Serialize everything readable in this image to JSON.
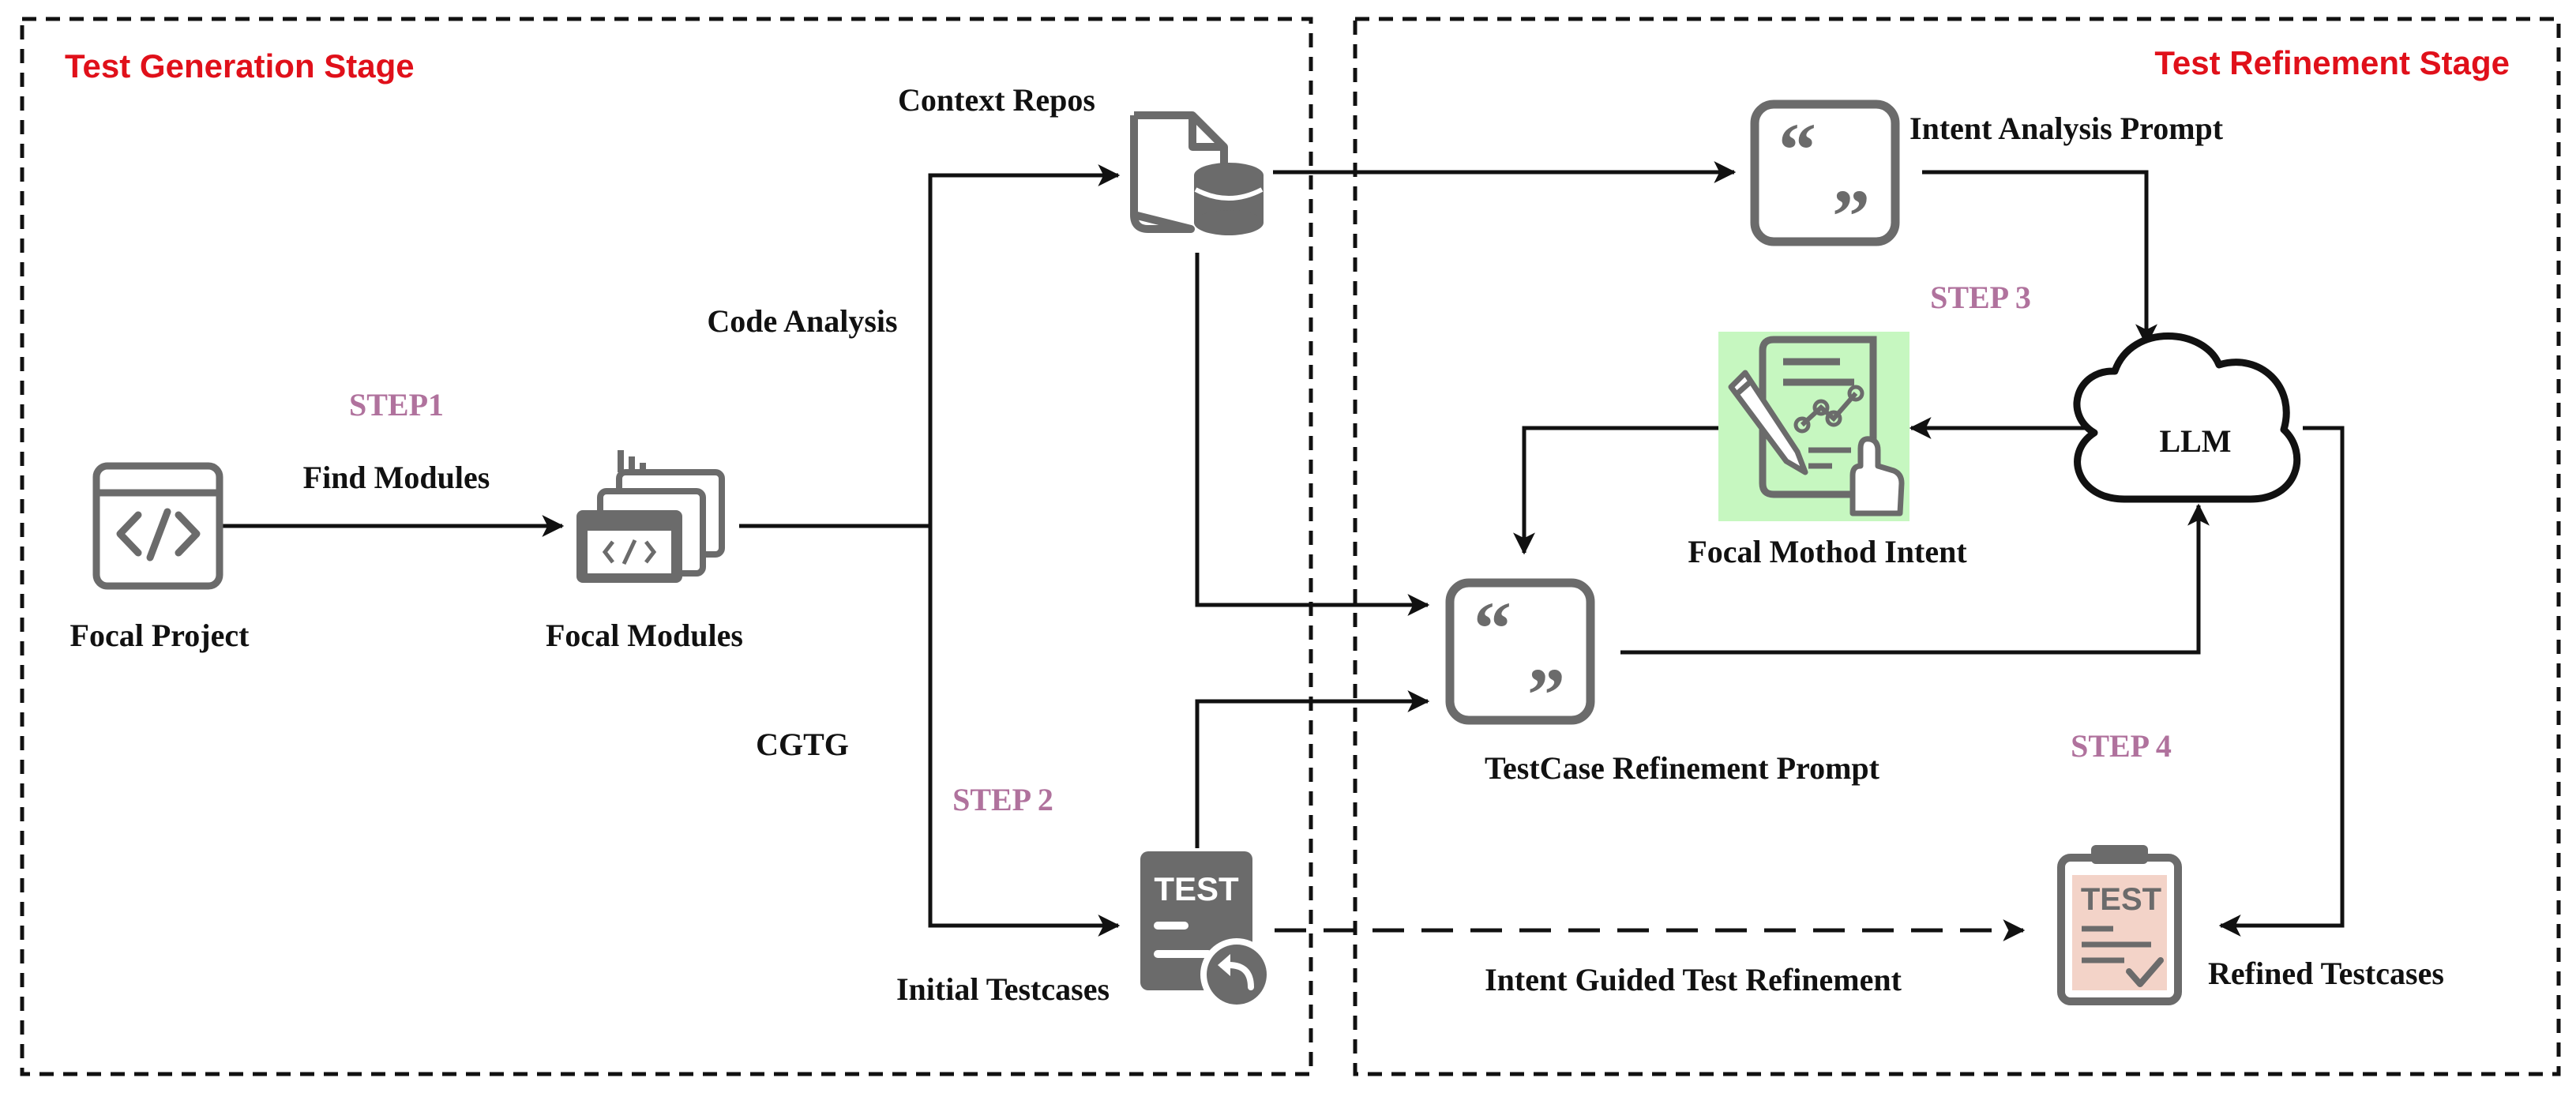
{
  "colors": {
    "stage_title": "#e0101a",
    "step": "#b0729d",
    "icon": "#6b6b6b",
    "arrow": "#111111",
    "intent_highlight": "#c6f7c0",
    "refined_highlight": "#f3d3c8"
  },
  "stages": {
    "generation": {
      "title": "Test Generation Stage"
    },
    "refinement": {
      "title": "Test Refinement Stage"
    }
  },
  "steps": {
    "step1": "STEP1",
    "step2": "STEP 2",
    "step3": "STEP 3",
    "step4": "STEP 4"
  },
  "nodes": {
    "focal_project": {
      "label": "Focal Project",
      "icon": "code-window-icon"
    },
    "focal_modules": {
      "label": "Focal Modules",
      "icon": "stacked-code-windows-icon"
    },
    "context_repos": {
      "label": "Context Repos",
      "icon": "file-database-icon"
    },
    "initial_testcases": {
      "label": "Initial Testcases",
      "icon": "test-document-icon",
      "badge": "TEST"
    },
    "intent_prompt": {
      "label": "Intent Analysis Prompt",
      "icon": "quote-icon"
    },
    "llm": {
      "label": "LLM",
      "icon": "cloud-icon"
    },
    "focal_intent": {
      "label": "Focal Mothod Intent",
      "icon": "signed-report-icon"
    },
    "refinement_prompt": {
      "label": "TestCase Refinement Prompt",
      "icon": "quote-icon"
    },
    "refined_testcases": {
      "label": "Refined Testcases",
      "icon": "test-clipboard-icon",
      "badge": "TEST"
    }
  },
  "edges": {
    "find_modules": "Find Modules",
    "code_analysis": "Code Analysis",
    "cgtg": "CGTG",
    "intent_guided": "Intent Guided Test Refinement"
  }
}
